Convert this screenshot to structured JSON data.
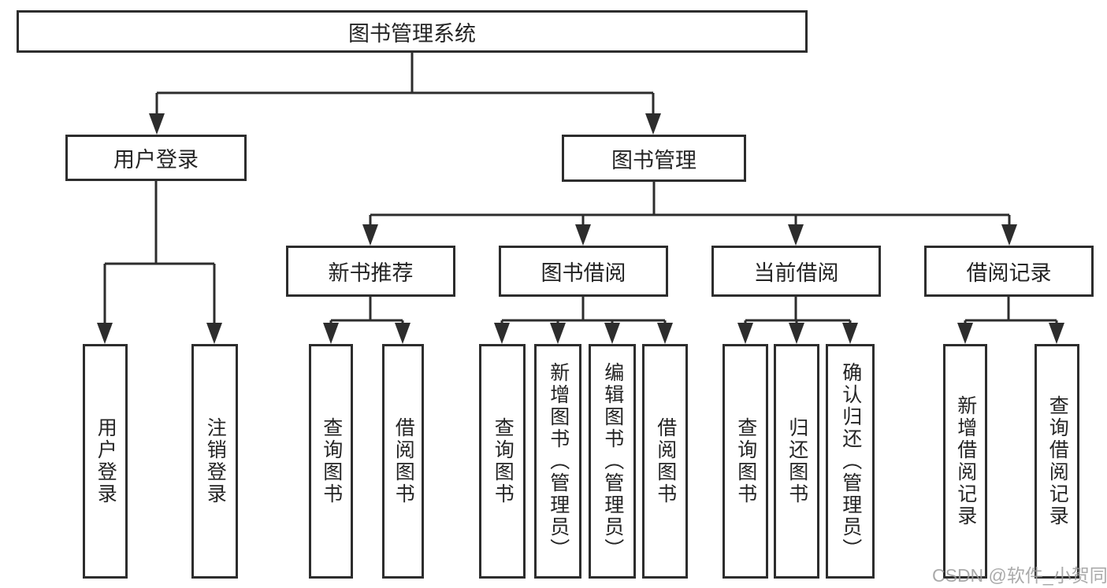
{
  "diagram": {
    "tree": {
      "root": "图书管理系统",
      "branches": [
        {
          "label": "用户登录",
          "children": [
            "用户登录",
            "注销登录"
          ]
        },
        {
          "label": "图书管理",
          "children": [
            {
              "label": "新书推荐",
              "children": [
                "查询图书",
                "借阅图书"
              ]
            },
            {
              "label": "图书借阅",
              "children": [
                "查询图书",
                "新增图书（管理员）",
                "编辑图书（管理员）",
                "借阅图书"
              ]
            },
            {
              "label": "当前借阅",
              "children": [
                "查询图书",
                "归还图书",
                "确认归还（管理员）"
              ]
            },
            {
              "label": "借阅记录",
              "children": [
                "新增借阅记录",
                "查询借阅记录"
              ]
            }
          ]
        }
      ]
    },
    "colors": {
      "line": "#2d2d2d",
      "text": "#242424",
      "background": "#ffffff",
      "watermark": "#9b9b9b"
    }
  },
  "watermark": {
    "text": "CSDN @软件_小贺同学"
  }
}
